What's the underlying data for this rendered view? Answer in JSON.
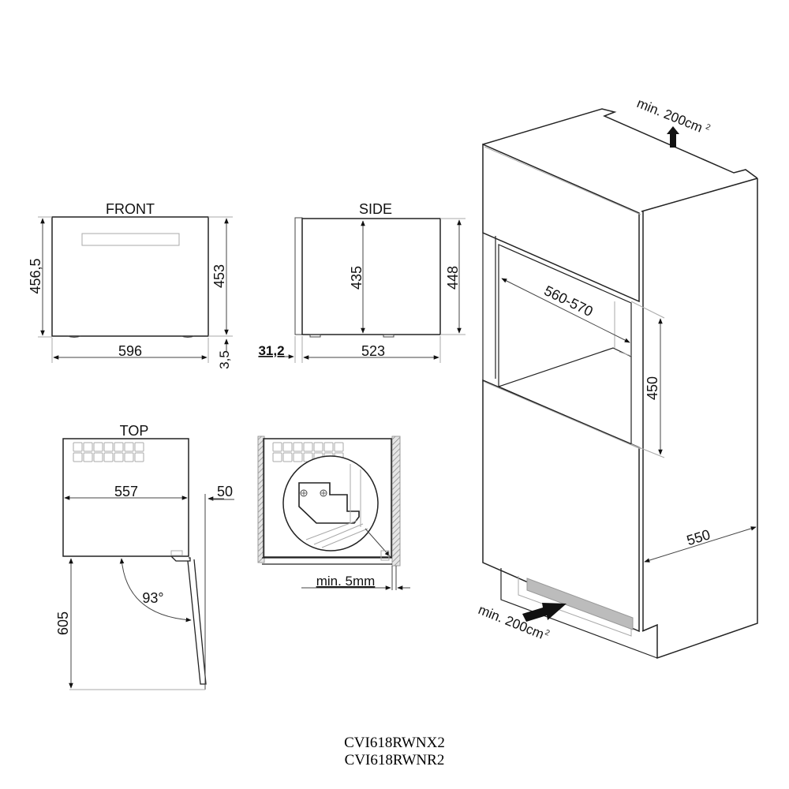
{
  "views": {
    "front": {
      "title": "FRONT",
      "dims": {
        "total_height": "456,5",
        "height": "453",
        "width": "596",
        "foot": "3,5"
      }
    },
    "side": {
      "title": "SIDE",
      "dims": {
        "inner_height": "435",
        "height": "448",
        "depth": "523",
        "door": "31,2"
      }
    },
    "top": {
      "title": "TOP",
      "dims": {
        "width": "557",
        "clearance": "50",
        "door_depth": "605",
        "angle": "93°"
      }
    },
    "detail": {
      "dims": {
        "gap": "min. 5mm"
      }
    },
    "installation": {
      "dims": {
        "niche_width": "560-570",
        "niche_height": "450",
        "depth": "550"
      },
      "ventilation_top": {
        "text": "min. 200cm",
        "sup": "2"
      },
      "ventilation_bottom": {
        "text": "min. 200cm",
        "sup": "2"
      }
    }
  },
  "models": [
    "CVI618RWNX2",
    "CVI618RWNR2"
  ],
  "colors": {
    "line": "#222222",
    "grille": "#bbbbbb",
    "vent": "#b5b5b5",
    "wall_hatch": "#999999"
  }
}
